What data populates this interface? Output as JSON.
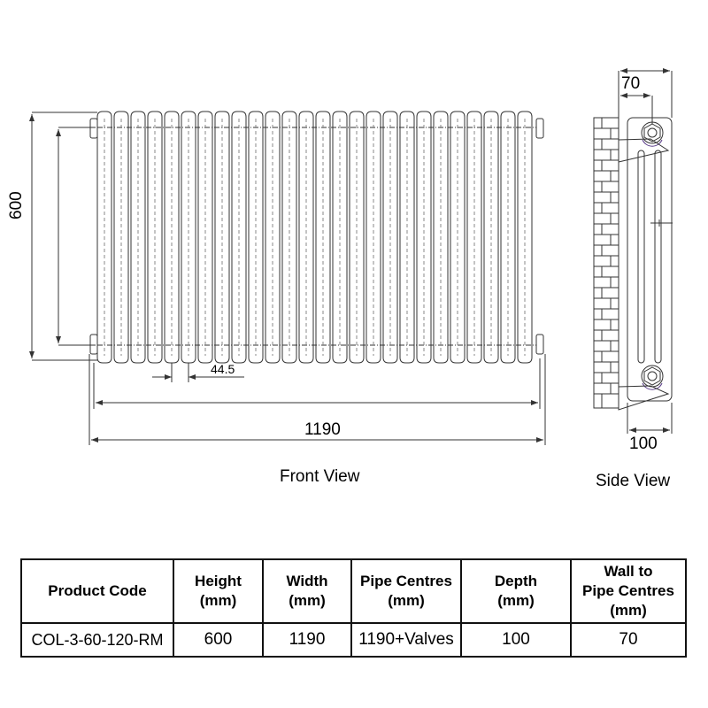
{
  "drawing": {
    "front_view": {
      "caption": "Front View",
      "dimensions": {
        "height": "600",
        "column_pitch": "44.5",
        "overall_width": "1190"
      },
      "column_count": 26
    },
    "side_view": {
      "caption": "Side View",
      "dimensions": {
        "wall_to_pipe_centre": "70",
        "depth": "100"
      }
    },
    "colors": {
      "line": "#333333",
      "background": "#ffffff",
      "valve_accent": "#5a3d8a"
    }
  },
  "spec_table": {
    "headers": [
      {
        "line1": "Product Code",
        "line2": "",
        "line3": ""
      },
      {
        "line1": "Height",
        "line2": "(mm)",
        "line3": ""
      },
      {
        "line1": "Width",
        "line2": "(mm)",
        "line3": ""
      },
      {
        "line1": "Pipe Centres",
        "line2": "(mm)",
        "line3": ""
      },
      {
        "line1": "Depth",
        "line2": "(mm)",
        "line3": ""
      },
      {
        "line1": "Wall to",
        "line2": "Pipe Centres",
        "line3": "(mm)"
      }
    ],
    "rows": [
      [
        "COL-3-60-120-RM",
        "600",
        "1190",
        "1190+Valves",
        "100",
        "70"
      ]
    ]
  }
}
